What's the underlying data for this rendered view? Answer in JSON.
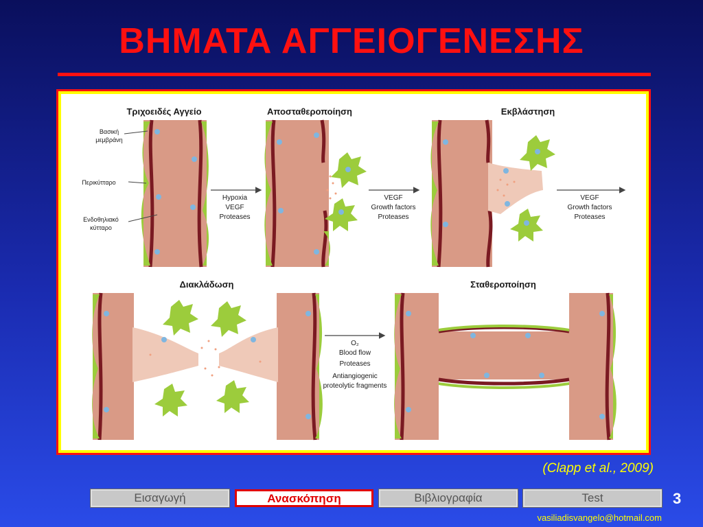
{
  "slide": {
    "title": "ΒΗΜΑΤΑ ΑΓΓΕΙΟΓΕΝΕΣΗΣ",
    "citation": "(Clapp et al., 2009)",
    "page_number": "3",
    "email": "vasiliadisvangelo@hotmail.com"
  },
  "nav": [
    {
      "label": "Εισαγωγή",
      "active": false
    },
    {
      "label": "Ανασκόπηση",
      "active": true
    },
    {
      "label": "Βιβλιογραφία",
      "active": false
    },
    {
      "label": "Test",
      "active": false
    }
  ],
  "diagram": {
    "stages": [
      "Τριχοειδές Αγγείο",
      "Αποσταθεροποίηση",
      "Εκβλάστηση",
      "Διακλάδωση",
      "Σταθεροποίηση"
    ],
    "legend": {
      "basement_line1": "Βασική",
      "basement_line2": "μεμβράνη",
      "pericyte": "Περικύτταρο",
      "endo_line1": "Ενδοθηλιακό",
      "endo_line2": "κύτταρο"
    },
    "arrow1": [
      "Hypoxia",
      "VEGF",
      "Proteases"
    ],
    "arrow2": [
      "VEGF",
      "Growth factors",
      "Proteases"
    ],
    "arrow3": [
      "VEGF",
      "Growth factors",
      "Proteases"
    ],
    "arrow4": [
      "O₂",
      "Blood flow",
      "Proteases",
      "Antiangiogenic",
      "proteolytic fragments"
    ]
  },
  "colors": {
    "vessel": "#d99a86",
    "vessel_light": "#efc9b8",
    "membrane": "#7a1a22",
    "pericyte": "#9ccc3c",
    "nucleus": "#7fb6e0",
    "title_red": "#ff1010",
    "frame_yellow": "#ffff00"
  }
}
